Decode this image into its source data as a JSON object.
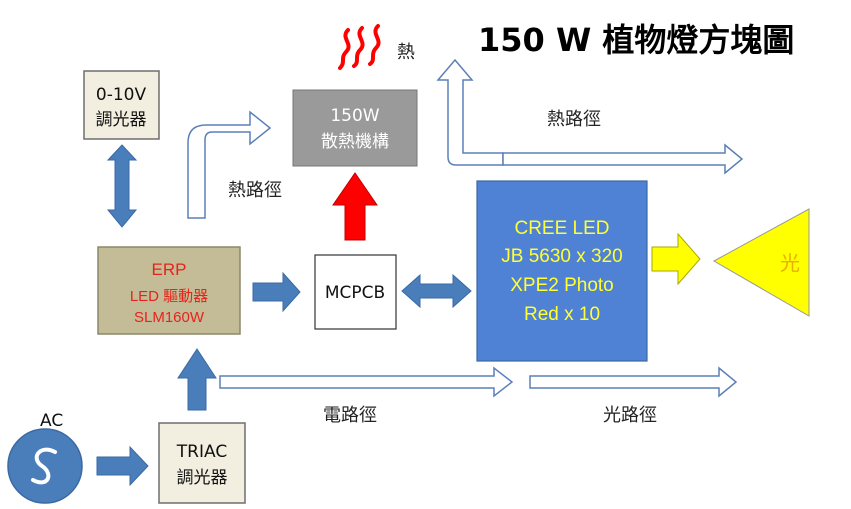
{
  "title": "150 W 植物燈方塊圖",
  "heat_label": "熱",
  "dimmer_010": {
    "line1": "0-10V",
    "line2": "調光器"
  },
  "heatsink": {
    "line1": "150W",
    "line2": "散熱機構"
  },
  "erp": {
    "line1": "ERP",
    "line2": "LED 驅動器",
    "line3": "SLM160W"
  },
  "mcpcb": {
    "label": "MCPCB"
  },
  "cree": {
    "line1": "CREE LED",
    "line2": "JB 5630 x 320",
    "line3": "XPE2 Photo",
    "line4": "Red  x 10"
  },
  "light": {
    "label": "光"
  },
  "triac": {
    "line1": "TRIAC",
    "line2": "調光器"
  },
  "ac": {
    "label": "AC"
  },
  "paths": {
    "heat_path_left": "熱路徑",
    "heat_path_right": "熱路徑",
    "electric_path": "電路徑",
    "light_path": "光路徑"
  },
  "colors": {
    "blue_arrow": "#4a7ebb",
    "cree_fill": "#4f81d4",
    "erp_fill": "#c4bc96",
    "heatsink_fill": "#9a9a9a",
    "light_fill": "#ffff00",
    "heat_red": "#ff0000"
  }
}
